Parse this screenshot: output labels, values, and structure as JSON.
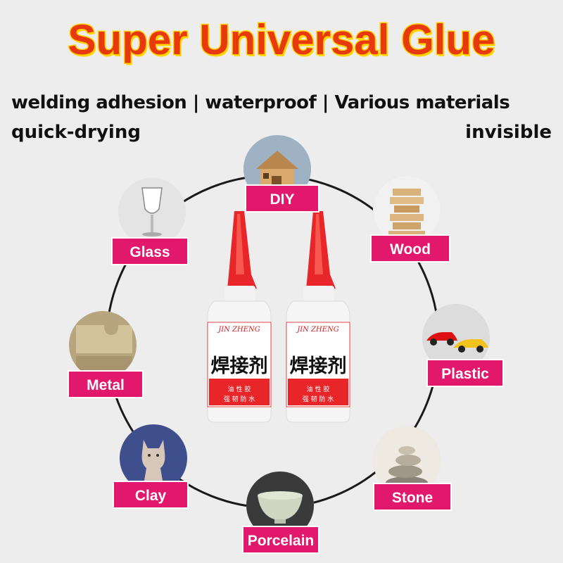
{
  "header": {
    "title": "Super Universal Glue",
    "tagline": "welding adhesion | waterproof | Various materials",
    "tag_left": "quick-drying",
    "tag_right": "invisible"
  },
  "colors": {
    "title_red": "#e8380d",
    "title_outline": "#ffd400",
    "label_pink": "#e2186d",
    "bottle_cap_red": "#e8262a"
  },
  "materials": [
    {
      "label": "DIY",
      "icon": "wooden-house-icon"
    },
    {
      "label": "Glass",
      "icon": "wine-glass-icon"
    },
    {
      "label": "Wood",
      "icon": "wood-blocks-icon"
    },
    {
      "label": "Metal",
      "icon": "metal-puzzle-icon"
    },
    {
      "label": "Plastic",
      "icon": "toy-cars-icon"
    },
    {
      "label": "Clay",
      "icon": "clay-cat-icon"
    },
    {
      "label": "Stone",
      "icon": "stacked-stones-icon"
    },
    {
      "label": "Porcelain",
      "icon": "porcelain-bowl-icon"
    }
  ],
  "product": {
    "brand_script": "JIN ZHENG",
    "main_label": "焊接剂",
    "sub_line1": "油 性 胶",
    "sub_line2": "强 韧 防 水",
    "count": 2
  }
}
